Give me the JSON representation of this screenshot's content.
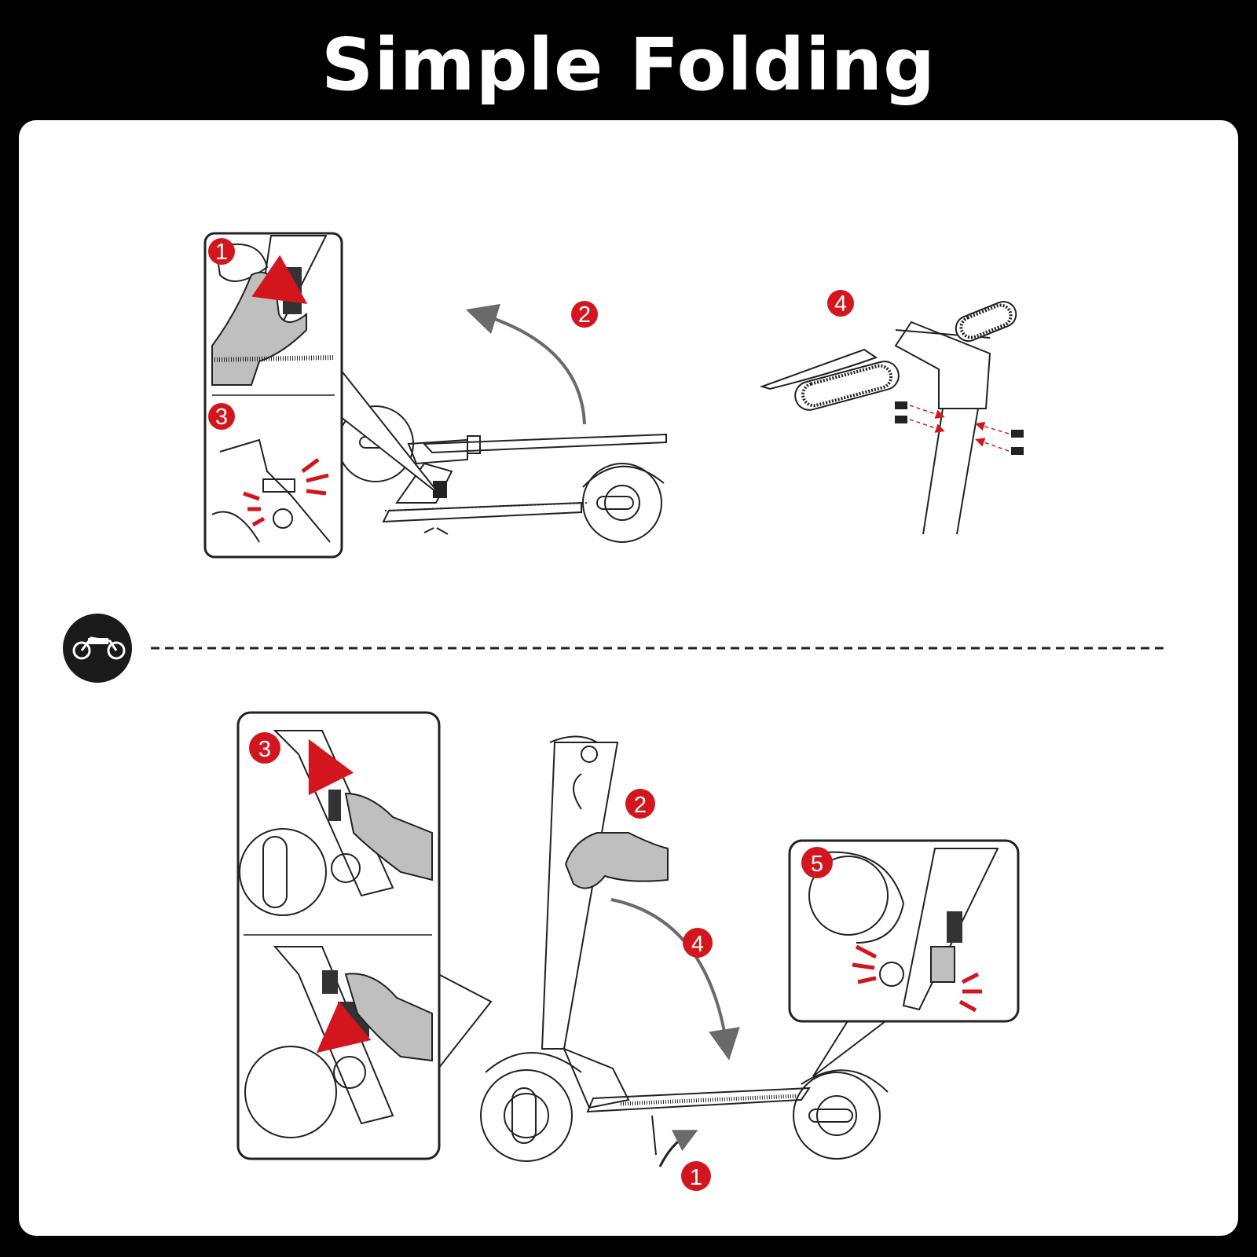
{
  "title": "Simple Folding",
  "colors": {
    "background": "#000000",
    "panel": "#ffffff",
    "accent_red": "#d3161e",
    "line": "#222222",
    "arrow_gray": "#6a6a6a",
    "hand_gray": "#bfbfbf"
  },
  "icons": {
    "divider": "scooter-icon"
  },
  "top_section": {
    "inset_steps": [
      "1",
      "3"
    ],
    "main_steps": [
      "2"
    ],
    "handlebar_step": "4"
  },
  "bottom_section": {
    "inset_left_steps": [
      "3"
    ],
    "main_steps": [
      "2",
      "4",
      "1"
    ],
    "inset_right_step": "5"
  }
}
